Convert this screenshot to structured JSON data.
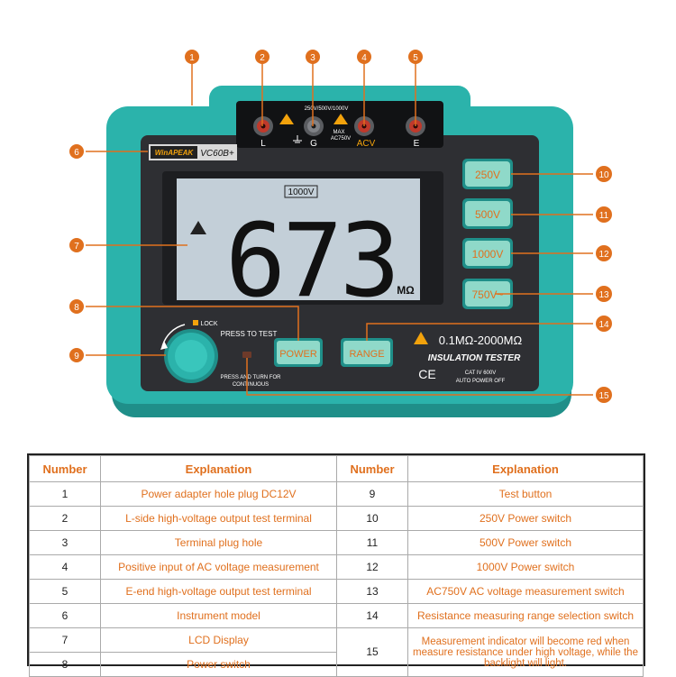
{
  "device": {
    "brand": "WinAPEAK",
    "model": "VC60B+",
    "terminals": [
      {
        "label": "L"
      },
      {
        "label": "G"
      },
      {
        "label": "ACV"
      },
      {
        "label": "E"
      }
    ],
    "panel_voltage_text": "250V/500V/1000V",
    "panel_max_text_1": "MAX",
    "panel_max_text_2": "AC750V",
    "lcd": {
      "range_badge": "1000V",
      "reading": "673",
      "unit": "MΩ"
    },
    "lock_label": "LOCK",
    "press_to_test": "PRESS TO TEST",
    "press_turn_1": "PRESS AND TURN FOR",
    "press_turn_2": "CONTINUOUS",
    "buttons": {
      "power": "POWER",
      "range": "RANGE",
      "v250": "250V",
      "v500": "500V",
      "v1000": "1000V",
      "v750": "750V~"
    },
    "range_text": "0.1MΩ-2000MΩ",
    "product_name": "INSULATION TESTER",
    "ce_mark": "CE",
    "cat_text": "CAT IV 600V",
    "auto_power_off": "AUTO POWER OFF"
  },
  "callouts": [
    "1",
    "2",
    "3",
    "4",
    "5",
    "6",
    "7",
    "8",
    "9",
    "10",
    "11",
    "12",
    "13",
    "14",
    "15"
  ],
  "table": {
    "headers": [
      "Number",
      "Explanation",
      "Number",
      "Explanation"
    ],
    "rows": [
      [
        "1",
        "Power adapter hole plug DC12V",
        "9",
        "Test button"
      ],
      [
        "2",
        "L-side high-voltage output test terminal",
        "10",
        "250V Power switch"
      ],
      [
        "3",
        "Terminal plug hole",
        "11",
        "500V Power switch"
      ],
      [
        "4",
        "Positive input of AC voltage measurement",
        "12",
        "1000V Power switch"
      ],
      [
        "5",
        "E-end high-voltage output test terminal",
        "13",
        "AC750V AC voltage measurement switch"
      ],
      [
        "6",
        "Instrument model",
        "14",
        "Resistance measuring range selection switch"
      ],
      [
        "7",
        "LCD Display",
        "15",
        "Measurement indicator will become red when measure resistance under high voltage, while the backlight will light."
      ],
      [
        "8",
        "Power switch",
        "",
        ""
      ]
    ]
  },
  "colors": {
    "teal": "#2bb3ab",
    "teal_dark": "#1f8f89",
    "panel": "#2e2f33",
    "lcd": "#c3cfd8",
    "orange": "#e0701e",
    "button_face": "#8fd9c9"
  }
}
